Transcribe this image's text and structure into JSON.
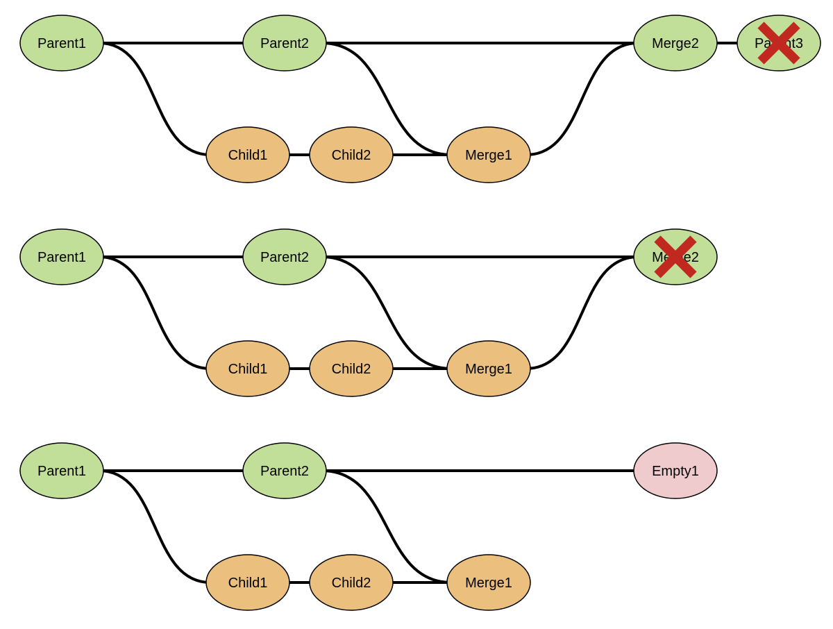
{
  "colors": {
    "parent_fill": "#c2df9a",
    "child_fill": "#ebc07f",
    "empty_fill": "#f0cbcd",
    "edge": "#000000",
    "cross": "#c1281f"
  },
  "graphs": [
    {
      "id": "graph-1",
      "nodes": [
        {
          "id": "parent1",
          "label": "Parent1",
          "kind": "parent",
          "crossed": false
        },
        {
          "id": "parent2",
          "label": "Parent2",
          "kind": "parent",
          "crossed": false
        },
        {
          "id": "merge2",
          "label": "Merge2",
          "kind": "parent",
          "crossed": false
        },
        {
          "id": "parent3",
          "label": "Parent3",
          "kind": "parent",
          "crossed": true
        },
        {
          "id": "child1",
          "label": "Child1",
          "kind": "child",
          "crossed": false
        },
        {
          "id": "child2",
          "label": "Child2",
          "kind": "child",
          "crossed": false
        },
        {
          "id": "merge1",
          "label": "Merge1",
          "kind": "child",
          "crossed": false
        }
      ],
      "edges": [
        {
          "from": "parent1",
          "to": "parent2"
        },
        {
          "from": "parent2",
          "to": "merge2"
        },
        {
          "from": "merge2",
          "to": "parent3"
        },
        {
          "from": "parent1",
          "to": "child1"
        },
        {
          "from": "child1",
          "to": "child2"
        },
        {
          "from": "child2",
          "to": "merge1"
        },
        {
          "from": "parent2",
          "to": "merge1"
        },
        {
          "from": "merge1",
          "to": "merge2"
        }
      ]
    },
    {
      "id": "graph-2",
      "nodes": [
        {
          "id": "parent1",
          "label": "Parent1",
          "kind": "parent",
          "crossed": false
        },
        {
          "id": "parent2",
          "label": "Parent2",
          "kind": "parent",
          "crossed": false
        },
        {
          "id": "merge2",
          "label": "Merge2",
          "kind": "parent",
          "crossed": true
        },
        {
          "id": "child1",
          "label": "Child1",
          "kind": "child",
          "crossed": false
        },
        {
          "id": "child2",
          "label": "Child2",
          "kind": "child",
          "crossed": false
        },
        {
          "id": "merge1",
          "label": "Merge1",
          "kind": "child",
          "crossed": false
        }
      ],
      "edges": [
        {
          "from": "parent1",
          "to": "parent2"
        },
        {
          "from": "parent2",
          "to": "merge2"
        },
        {
          "from": "parent1",
          "to": "child1"
        },
        {
          "from": "child1",
          "to": "child2"
        },
        {
          "from": "child2",
          "to": "merge1"
        },
        {
          "from": "parent2",
          "to": "merge1"
        },
        {
          "from": "merge1",
          "to": "merge2"
        }
      ]
    },
    {
      "id": "graph-3",
      "nodes": [
        {
          "id": "parent1",
          "label": "Parent1",
          "kind": "parent",
          "crossed": false
        },
        {
          "id": "parent2",
          "label": "Parent2",
          "kind": "parent",
          "crossed": false
        },
        {
          "id": "empty1",
          "label": "Empty1",
          "kind": "empty",
          "crossed": false
        },
        {
          "id": "child1",
          "label": "Child1",
          "kind": "child",
          "crossed": false
        },
        {
          "id": "child2",
          "label": "Child2",
          "kind": "child",
          "crossed": false
        },
        {
          "id": "merge1",
          "label": "Merge1",
          "kind": "child",
          "crossed": false
        }
      ],
      "edges": [
        {
          "from": "parent1",
          "to": "parent2"
        },
        {
          "from": "parent2",
          "to": "empty1"
        },
        {
          "from": "parent1",
          "to": "child1"
        },
        {
          "from": "child1",
          "to": "child2"
        },
        {
          "from": "child2",
          "to": "merge1"
        },
        {
          "from": "parent2",
          "to": "merge1"
        }
      ]
    }
  ]
}
